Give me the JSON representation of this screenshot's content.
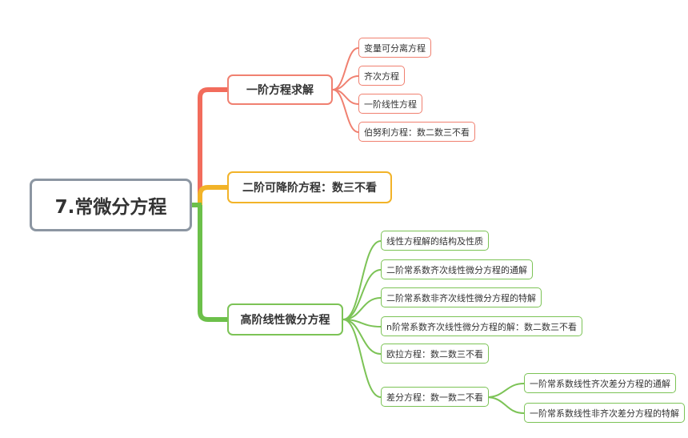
{
  "root": {
    "label": "7.常微分方程"
  },
  "branches": [
    {
      "label": "一阶方程求解",
      "color": "#f26c5c",
      "children": [
        "变量可分离方程",
        "齐次方程",
        "一阶线性方程",
        "伯努利方程：数二数三不看"
      ]
    },
    {
      "label": "二阶可降阶方程：数三不看",
      "color": "#f2b328",
      "children": []
    },
    {
      "label": "高阶线性微分方程",
      "color": "#6cc04a",
      "children": [
        "线性方程解的结构及性质",
        "二阶常系数齐次线性微分方程的通解",
        "二阶常系数非齐次线性微分方程的特解",
        "n阶常系数齐次线性微分方程的解：数二数三不看",
        "欧拉方程：数二数三不看",
        "差分方程：数一数二不看"
      ],
      "sub_children": [
        "一阶常系数线性齐次差分方程的通解",
        "一阶常系数线性非齐次差分方程的特解"
      ]
    }
  ]
}
